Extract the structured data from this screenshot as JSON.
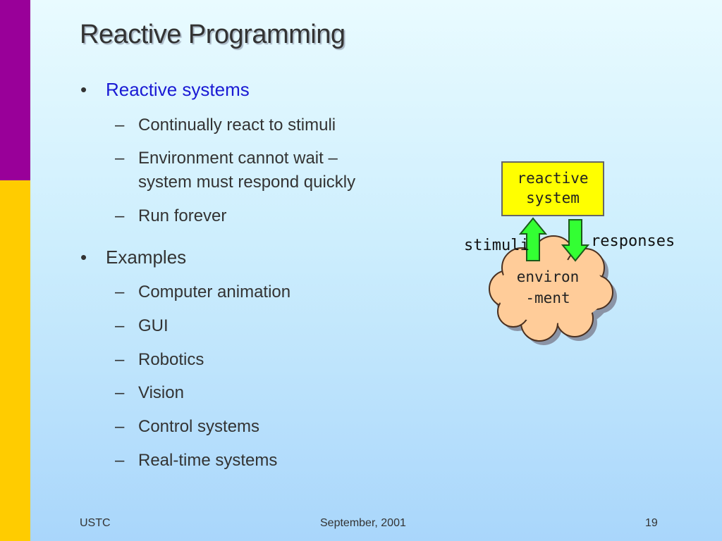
{
  "slide": {
    "title": "Reactive Programming",
    "bullets": [
      {
        "label": "Reactive systems",
        "subs": [
          "Continually react to stimuli",
          "Environment cannot wait –",
          "system must respond quickly",
          "Run forever"
        ]
      },
      {
        "label": "Examples",
        "subs": [
          "Computer animation",
          "GUI",
          "Robotics",
          "Vision",
          "Control systems",
          "Real-time systems"
        ]
      }
    ],
    "bullet_glyph": "•",
    "dash_glyph": "–"
  },
  "diagram": {
    "system_line1": "reactive",
    "system_line2": "system",
    "stimuli_label": "stimuli",
    "responses_label": "responses",
    "env_line1": "environ",
    "env_line2": "-ment"
  },
  "footer": {
    "left": "USTC",
    "center": "September, 2001",
    "right": "19"
  },
  "colors": {
    "purple_bar": "#990099",
    "yellow_bar": "#ffcc00",
    "bullet_accent": "#1a1ad4",
    "box_fill": "#ffff00",
    "cloud_fill": "#ffcc99",
    "arrow_fill": "#33ff33"
  }
}
